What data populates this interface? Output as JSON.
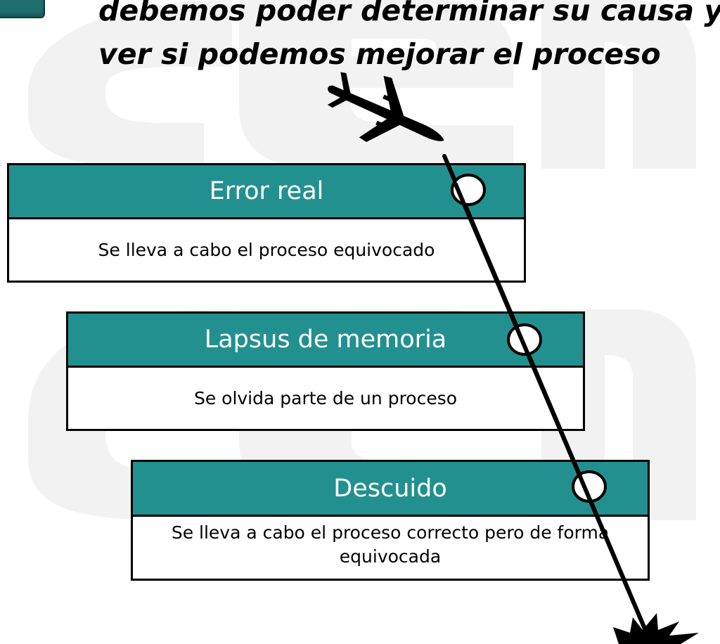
{
  "title": {
    "line1": "debemos poder determinar su causa y",
    "line2": "ver si podemos mejorar el proceso"
  },
  "boxes": [
    {
      "heading": "Error real",
      "description": "Se lleva a cabo el proceso equivocado"
    },
    {
      "heading": "Lapsus de memoria",
      "description": "Se olvida parte de un proceso"
    },
    {
      "heading": "Descuido",
      "description": "Se lleva a cabo el proceso correcto pero de forma equivocada"
    }
  ],
  "colors": {
    "header_teal": "#239090",
    "border": "#000000",
    "watermark": "#f2f2f2",
    "corner_button": "#1f6f6f"
  },
  "icons": [
    "airplane-icon",
    "crash-burst-icon",
    "hole-icon"
  ]
}
